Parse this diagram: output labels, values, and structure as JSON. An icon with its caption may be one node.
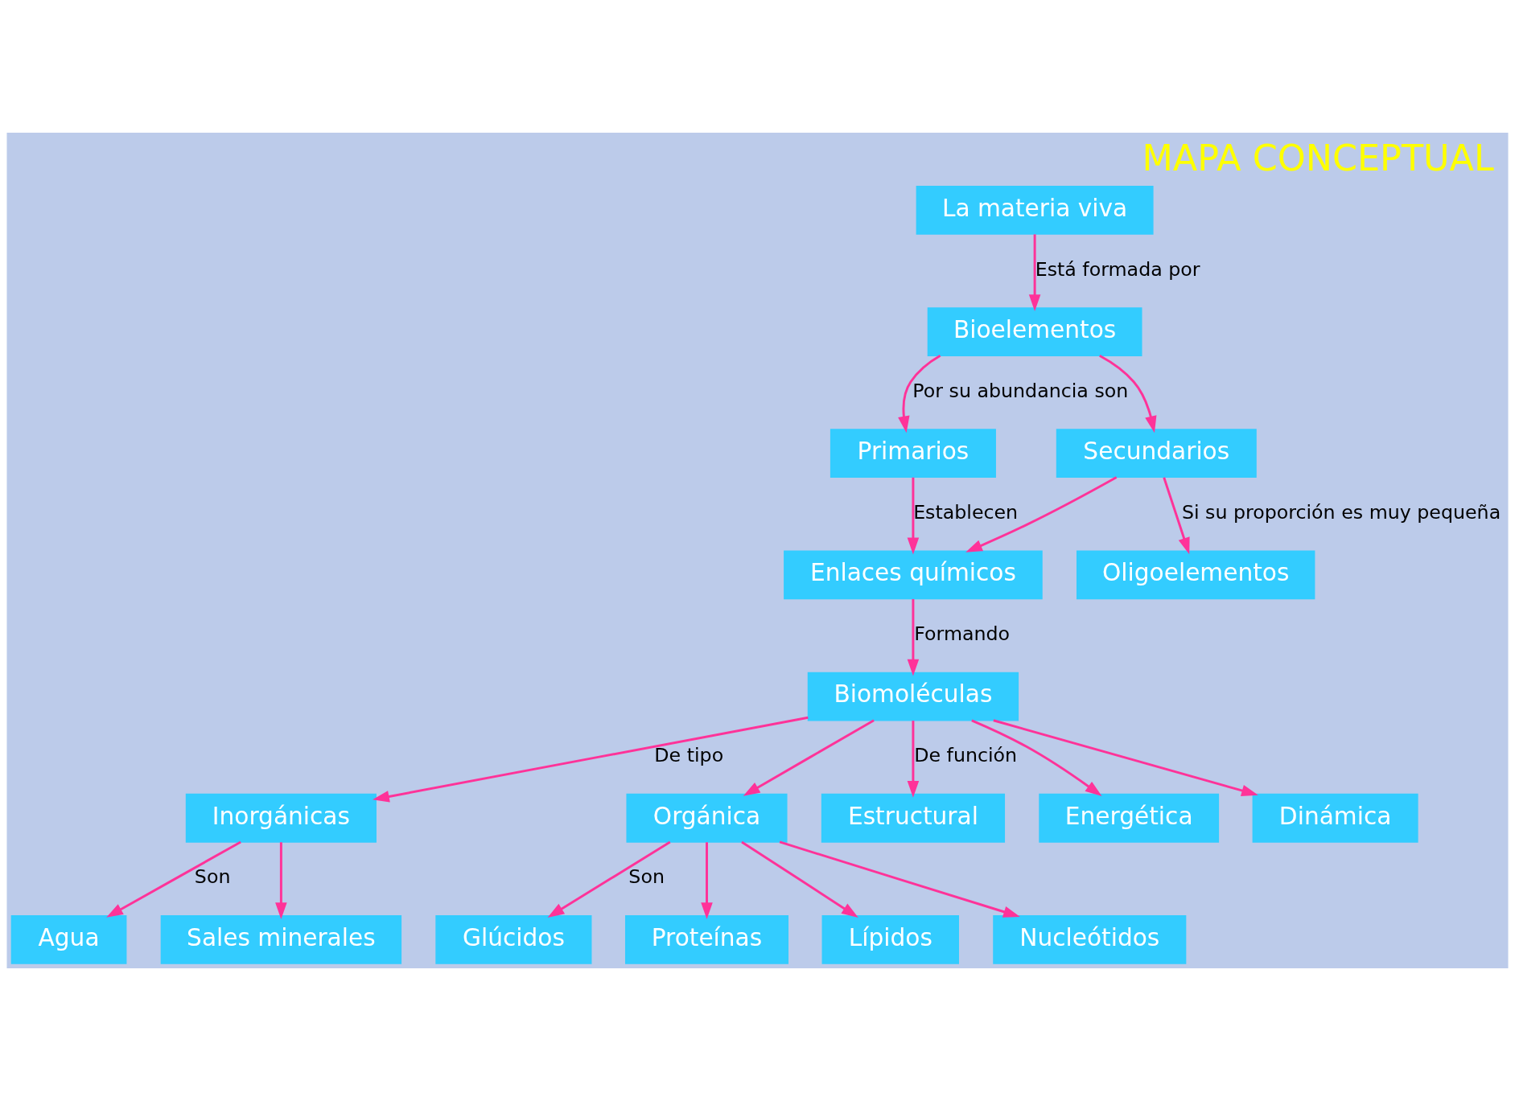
{
  "diagram": {
    "title": "MAPA CONCEPTUAL",
    "nodes": [
      {
        "text": [
          "La materia viva"
        ]
      },
      {
        "text": [
          "Bioelementos"
        ]
      },
      {
        "text": [
          "Primarios"
        ]
      },
      {
        "text": [
          "Secundarios"
        ]
      },
      {
        "text": [
          "Oligoelementos"
        ]
      },
      {
        "text": [
          "Enlaces químicos"
        ]
      },
      {
        "text": [
          "Biomoléculas"
        ]
      },
      {
        "text": [
          "Agua"
        ]
      },
      {
        "text": [
          "Sales minerales"
        ]
      },
      {
        "text": [
          "Inorgánicas"
        ]
      },
      {
        "text": [
          "Glúcidos"
        ]
      },
      {
        "text": [
          "Proteínas"
        ]
      },
      {
        "text": [
          "Orgánica"
        ]
      },
      {
        "text": [
          "Lípidos"
        ]
      },
      {
        "text": [
          "Nucleótidos"
        ]
      },
      {
        "text": [
          "Estructural"
        ]
      },
      {
        "text": [
          "Energética"
        ]
      },
      {
        "text": [
          "Dinámica"
        ]
      }
    ],
    "edges": [
      {
        "from": 0,
        "to": 1,
        "arrow": "to",
        "label": "Está formada por"
      },
      {
        "from": 1,
        "to": 2,
        "arrow": "to",
        "label": "Por su abundancia son"
      },
      {
        "from": 1,
        "to": 3,
        "arrow": "to"
      },
      {
        "from": 3,
        "to": 4,
        "arrow": "to",
        "label": "Si su proporción es muy pequeña"
      },
      {
        "from": 2,
        "to": 5,
        "arrow": "to",
        "label": "Establecen"
      },
      {
        "from": 3,
        "to": 5,
        "arrow": "to"
      },
      {
        "from": 5,
        "to": 6,
        "arrow": "to",
        "label": "Formando"
      },
      {
        "from": 6,
        "to": 9,
        "arrow": "to",
        "label": "De tipo"
      },
      {
        "from": 6,
        "to": 12,
        "arrow": "to"
      },
      {
        "from": 6,
        "to": 15,
        "arrow": "to",
        "label": "De función"
      },
      {
        "from": 6,
        "to": 16,
        "arrow": "to"
      },
      {
        "from": 6,
        "to": 17,
        "arrow": "to"
      },
      {
        "from": 9,
        "to": 7,
        "arrow": "to",
        "label": "Son"
      },
      {
        "from": 9,
        "to": 8,
        "arrow": "to"
      },
      {
        "from": 12,
        "to": 10,
        "arrow": "to",
        "label": "Son"
      },
      {
        "from": 12,
        "to": 11,
        "arrow": "to"
      },
      {
        "from": 12,
        "to": 13,
        "arrow": "to"
      },
      {
        "from": 12,
        "to": 14,
        "arrow": "to"
      }
    ]
  }
}
